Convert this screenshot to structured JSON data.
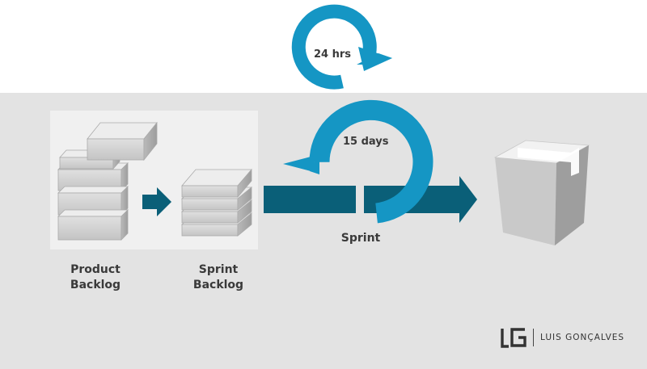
{
  "labels": {
    "product_backlog": "Product\nBacklog",
    "sprint_backlog": "Sprint\nBacklog",
    "sprint": "Sprint",
    "daily_loop": "24 hrs",
    "sprint_loop": "15 days"
  },
  "logo": {
    "mark": "LG",
    "name": "LUIS GONÇALVES"
  },
  "colors": {
    "loop_blue": "#1596c4",
    "arrow_teal": "#0a5f78",
    "band_gray": "#e3e3e3",
    "label_text": "#3a3a3a"
  }
}
